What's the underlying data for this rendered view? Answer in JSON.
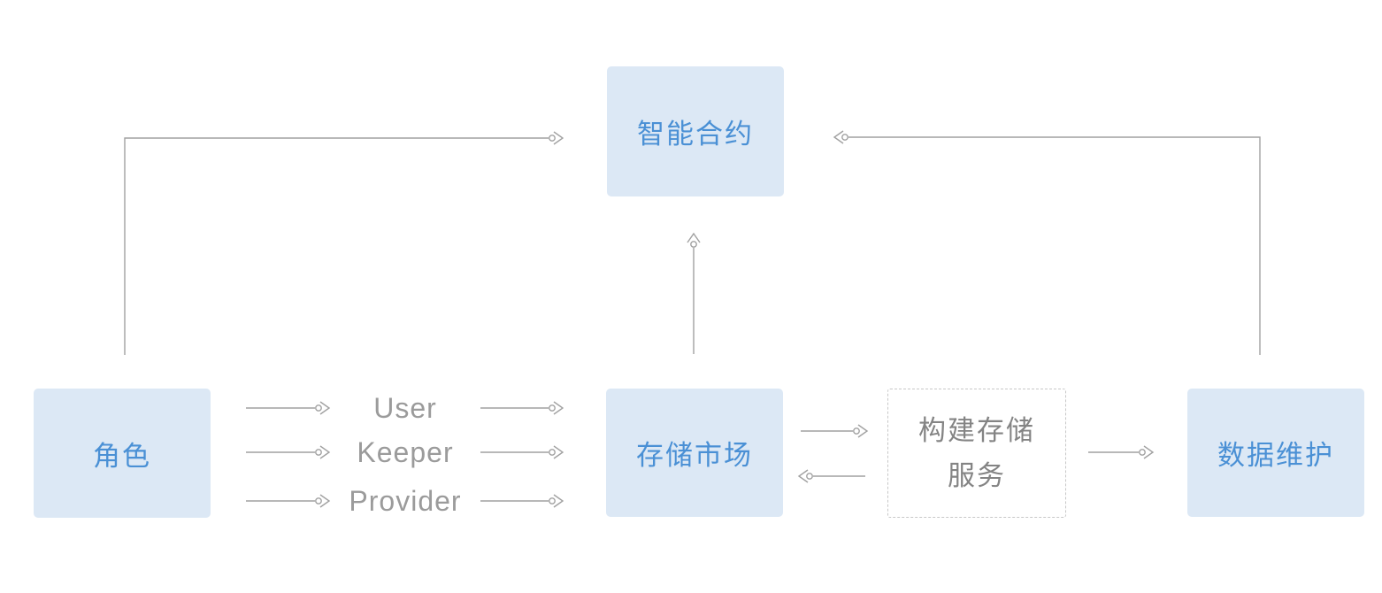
{
  "diagram": {
    "background": "#ffffff",
    "nodes": {
      "smart_contract": {
        "label": "智能合约",
        "style": "solid-blue"
      },
      "role": {
        "label": "角色",
        "style": "solid-blue"
      },
      "storage_market": {
        "label": "存储市场",
        "style": "solid-blue"
      },
      "build_storage_service": {
        "label_line1": "构建存储",
        "label_line2": "服务",
        "style": "dashed-gray"
      },
      "data_maintenance": {
        "label": "数据维护",
        "style": "solid-blue"
      }
    },
    "edge_labels": {
      "user": "User",
      "keeper": "Keeper",
      "provider": "Provider"
    },
    "edges": [
      {
        "from": "role",
        "to": "smart_contract",
        "shape": "up-then-right"
      },
      {
        "from": "data_maintenance",
        "to": "smart_contract",
        "shape": "up-then-left"
      },
      {
        "from": "storage_market",
        "to": "smart_contract",
        "shape": "straight-up"
      },
      {
        "from": "role",
        "to": "storage_market",
        "via": "User"
      },
      {
        "from": "role",
        "to": "storage_market",
        "via": "Keeper"
      },
      {
        "from": "role",
        "to": "storage_market",
        "via": "Provider"
      },
      {
        "from": "storage_market",
        "to": "build_storage_service"
      },
      {
        "from": "build_storage_service",
        "to": "storage_market"
      },
      {
        "from": "build_storage_service",
        "to": "data_maintenance"
      }
    ],
    "colors": {
      "node_fill": "#dce8f5",
      "node_text": "#4a90d5",
      "dashed_node_text": "#848484",
      "dashed_node_border": "#c8c8c8",
      "edge_line": "#a1a1a1",
      "edge_label_text": "#9b9b9b"
    }
  }
}
